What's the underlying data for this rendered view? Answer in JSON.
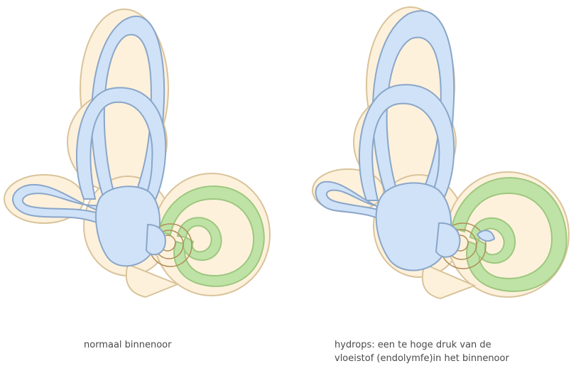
{
  "captions": {
    "normal": "normaal binnenoor",
    "hydrops_line1": "hydrops: een te hoge druk van de",
    "hydrops_line2": "vloeistof (endolymfe)in het binnenoor"
  },
  "colors": {
    "bone": "#fdf1dc",
    "bone_outline": "#d9c39a",
    "endolymph_blue": "#cfe2f8",
    "blue_outline": "#8aa6c8",
    "cochlea_green": "#bfe3a6",
    "green_outline": "#9ec77f"
  },
  "icons": [
    "inner-ear-normal-illustration",
    "inner-ear-hydrops-illustration"
  ]
}
